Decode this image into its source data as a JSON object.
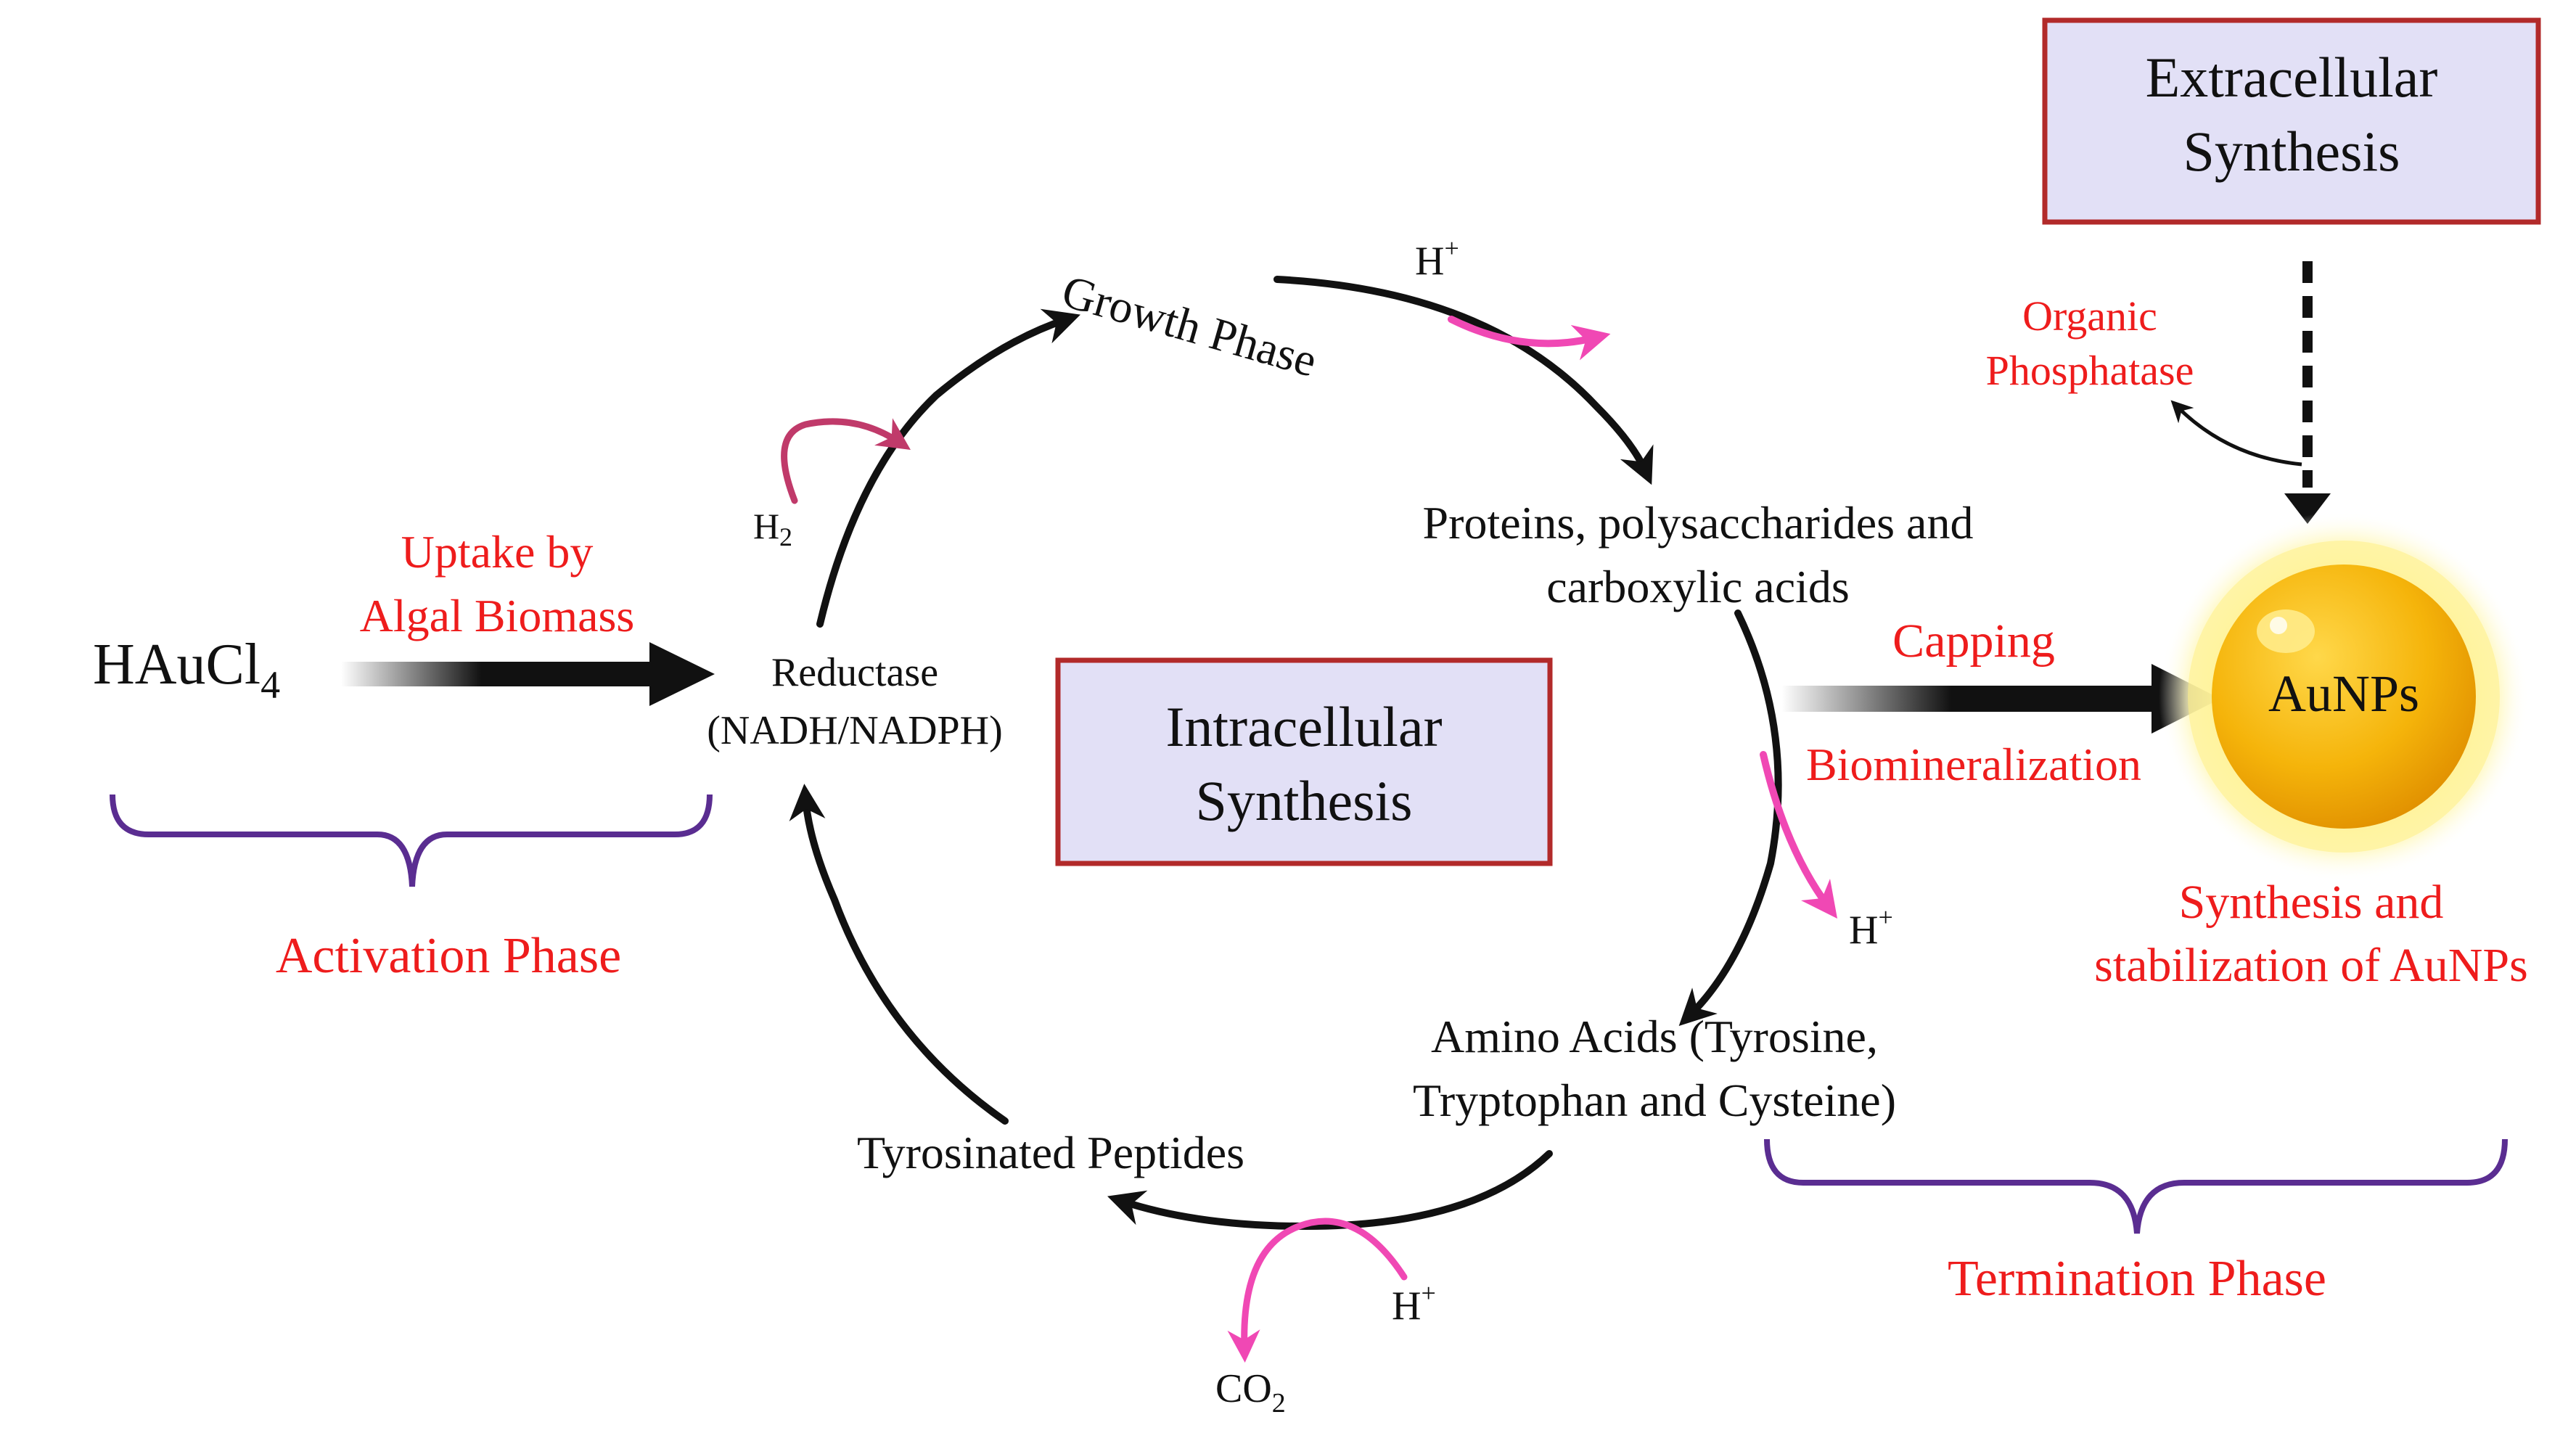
{
  "extracellular_box": {
    "line1": "Extracellular",
    "line2": "Synthesis"
  },
  "intracellular_box": {
    "line1": "Intracellular",
    "line2": "Synthesis"
  },
  "precursor": {
    "main": "HAuCl",
    "subscript": "4"
  },
  "uptake_label": {
    "line1": "Uptake by",
    "line2": "Algal Biomass"
  },
  "reductase": {
    "line1": "Reductase",
    "line2": "(NADH/NADPH)"
  },
  "h2_label": {
    "main": "H",
    "subscript": "2"
  },
  "growth_phase": "Growth Phase",
  "proton_top": {
    "main": "H",
    "superscript": "+"
  },
  "proteins": {
    "line1": "Proteins, polysaccharides and",
    "line2": "carboxylic acids"
  },
  "organic_phosphatase": {
    "line1": "Organic",
    "line2": "Phosphatase"
  },
  "capping": "Capping",
  "biomineralization": "Biomineralization",
  "aunps": "AuNPs",
  "proton_right": {
    "main": "H",
    "superscript": "+"
  },
  "amino_acids": {
    "line1": "Amino Acids (Tyrosine,",
    "line2": "Tryptophan and Cysteine)"
  },
  "tyrosinated": "Tyrosinated Peptides",
  "proton_bottom": {
    "main": "H",
    "superscript": "+"
  },
  "co2": {
    "main": "CO",
    "subscript": "2"
  },
  "activation_phase": "Activation Phase",
  "synthesis_stabilization": {
    "line1": "Synthesis and",
    "line2": "stabilization of AuNPs"
  },
  "termination_phase": "Termination Phase",
  "colors": {
    "red_text": "#ee1c1c",
    "box_border": "#b22a2a",
    "box_fill": "#e2e0f6",
    "pink_arrow": "#f048b4",
    "maroon_arrow": "#c03a6a",
    "brace": "#5a2d91",
    "gold": "#f2b705"
  }
}
